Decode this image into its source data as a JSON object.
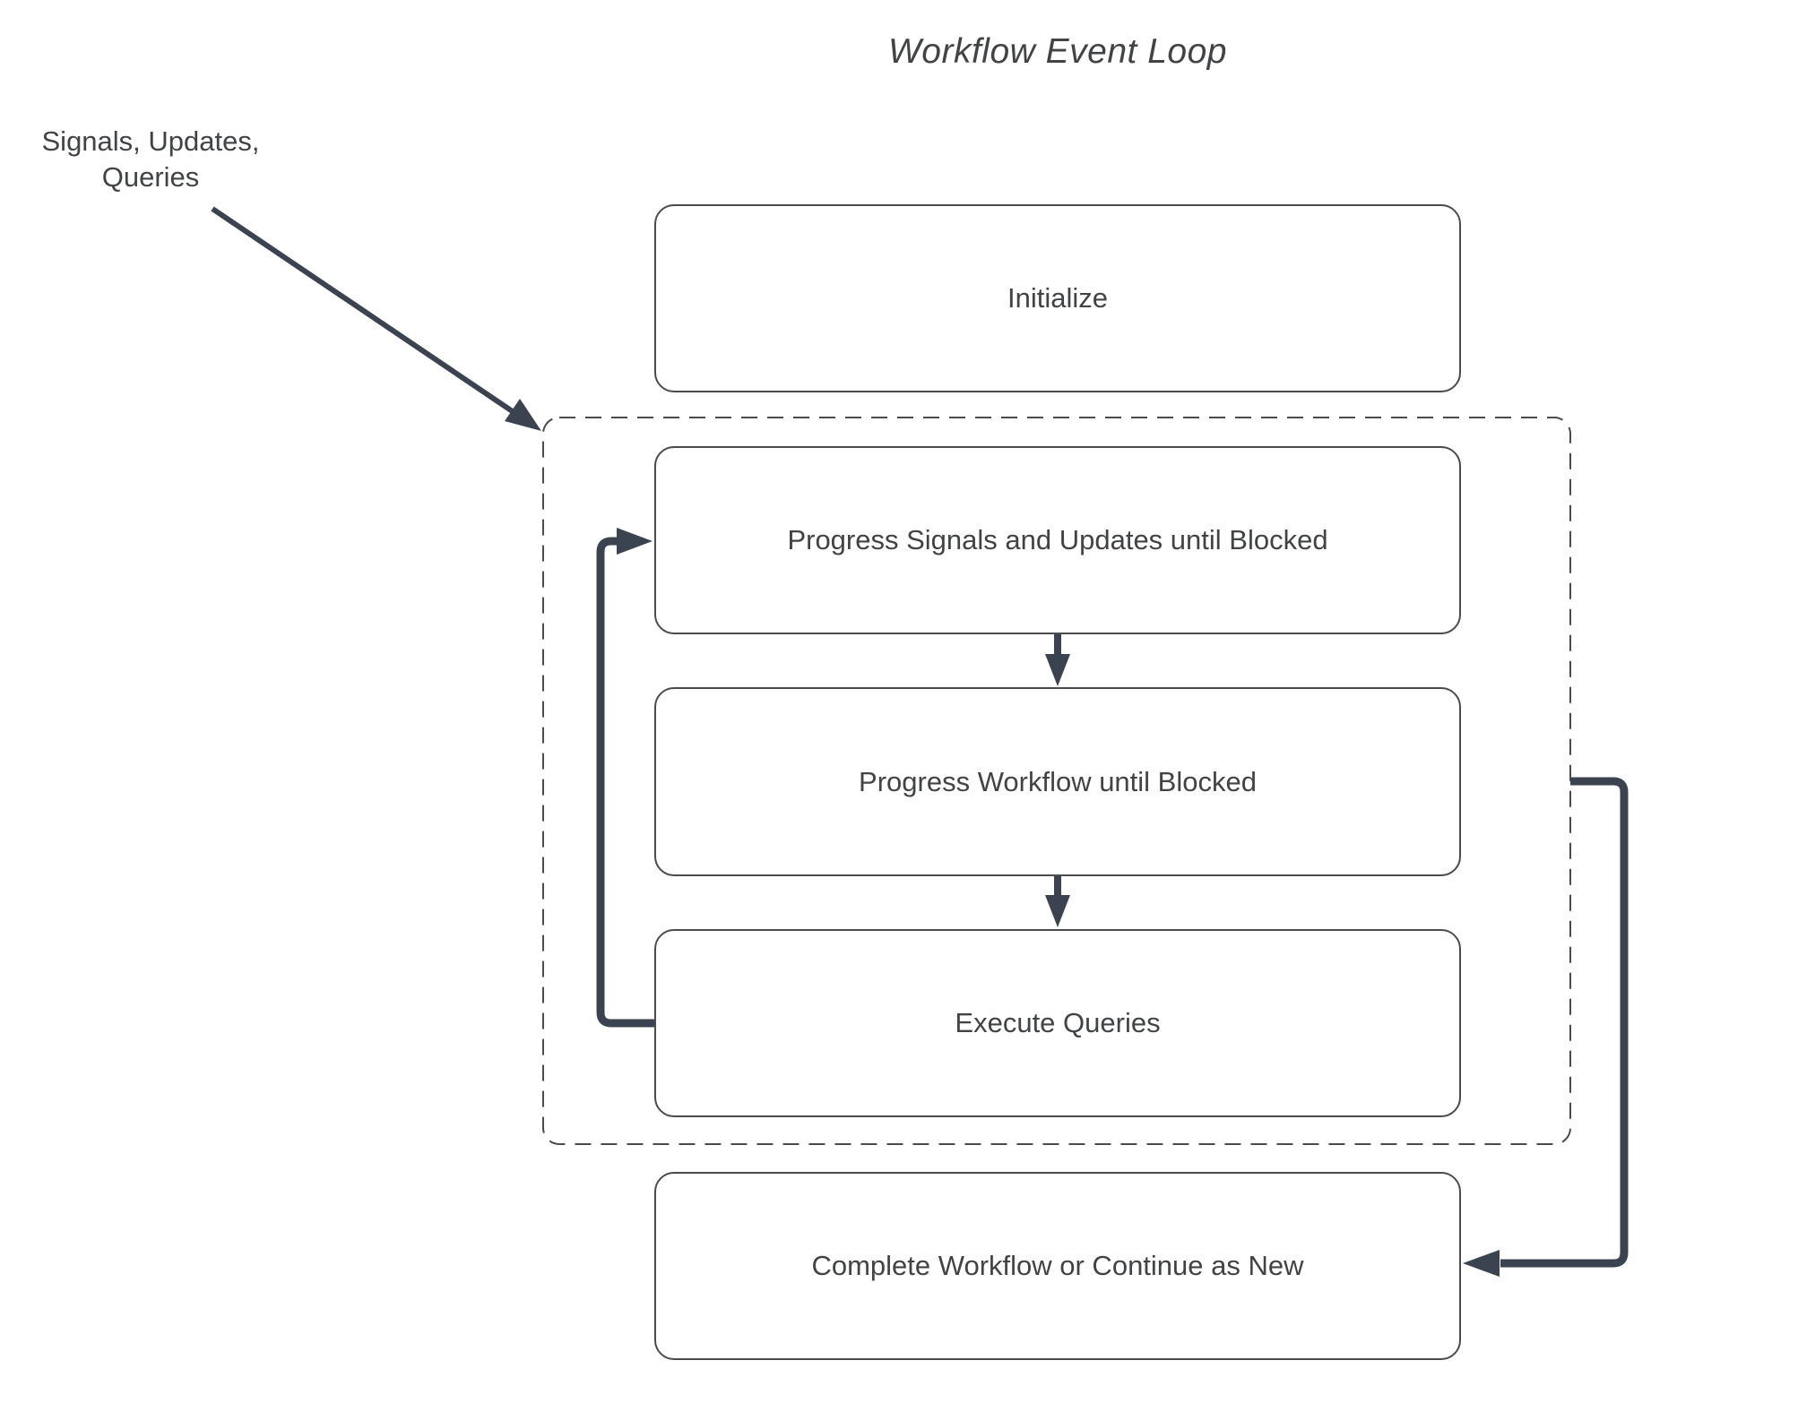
{
  "title": "Workflow Event Loop",
  "external_input": {
    "label": "Signals, Updates,\nQueries"
  },
  "nodes": {
    "initialize": "Initialize",
    "progress_signals": "Progress Signals and Updates until Blocked",
    "progress_workflow": "Progress Workflow until Blocked",
    "execute_queries": "Execute Queries",
    "complete": "Complete Workflow or Continue as New"
  },
  "colors": {
    "background": "#ffffff",
    "text": "#414345",
    "box_border": "#4a4b4d",
    "arrow": "#3b4350"
  }
}
